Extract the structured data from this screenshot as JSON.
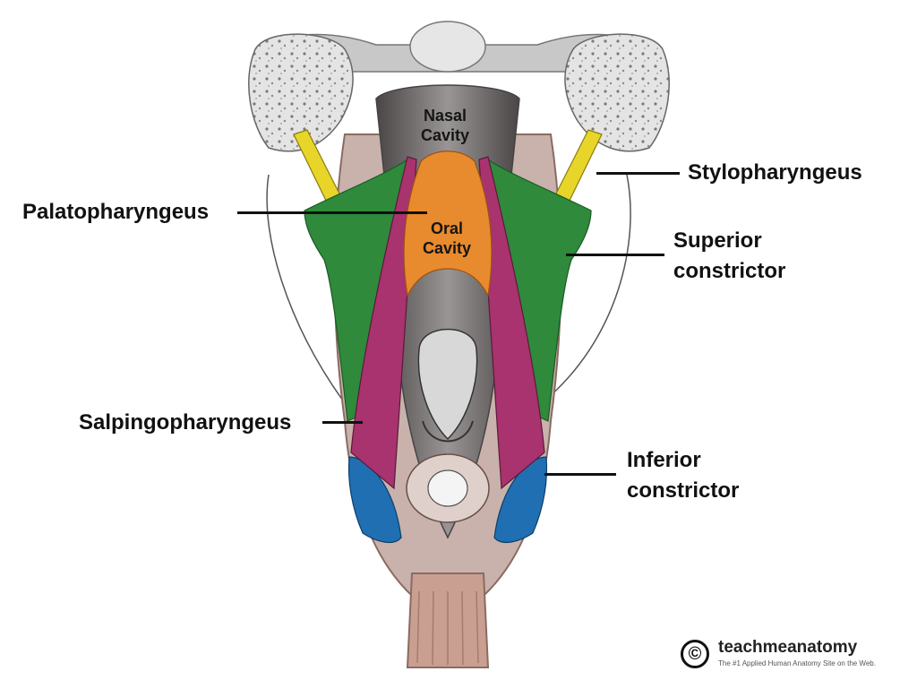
{
  "regions": {
    "nasal": "Nasal Cavity",
    "oral": "Oral Cavity"
  },
  "labels": {
    "stylopharyngeus": "Stylopharyngeus",
    "palatopharyngeus": "Palatopharyngeus",
    "superior_constrictor": "Superior constrictor",
    "salpingopharyngeus": "Salpingopharyngeus",
    "inferior_constrictor": "Inferior constrictor"
  },
  "colors": {
    "stylopharyngeus": "#e8d52a",
    "palatopharyngeus": "#e88a2e",
    "superior_constrictor": "#2f8a3c",
    "salpingopharyngeus": "#a8336e",
    "inferior_constrictor": "#1f6fb2",
    "bone": "#d9d9d9",
    "mucosa": "#6e6a6a",
    "tissue": "#caa49a"
  },
  "logo": {
    "icon": "copyright-icon",
    "name": "teachmeanatomy",
    "tagline": "The #1 Applied Human Anatomy Site on the Web."
  }
}
